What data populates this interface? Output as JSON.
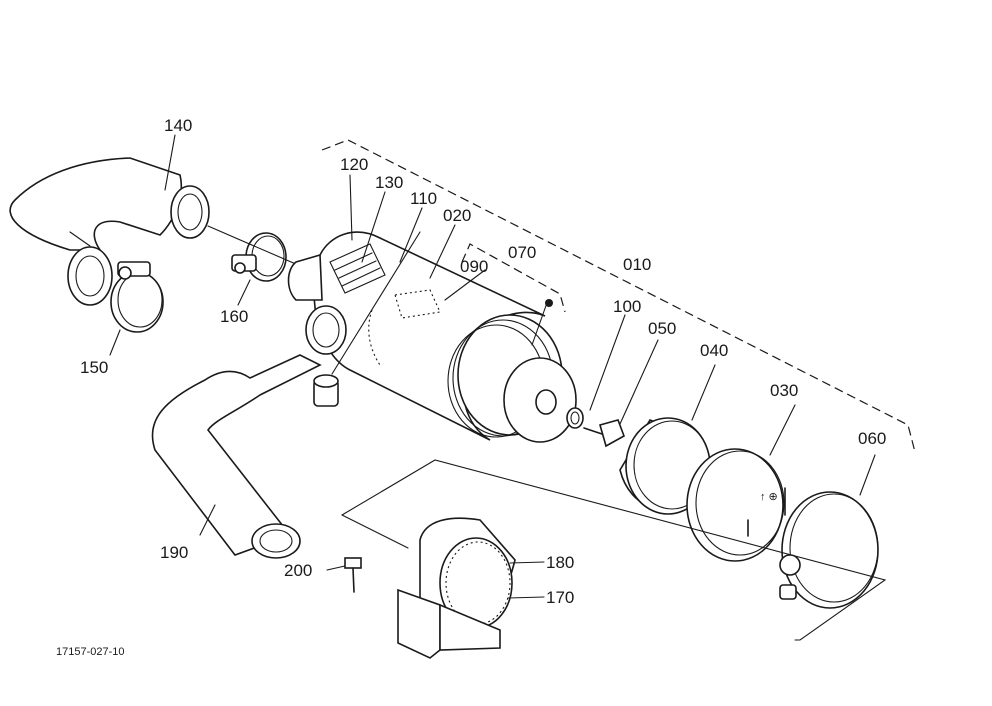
{
  "drawing_ref": "17157-027-10",
  "callouts": [
    {
      "id": "010",
      "text": "010"
    },
    {
      "id": "020",
      "text": "020"
    },
    {
      "id": "030",
      "text": "030"
    },
    {
      "id": "040",
      "text": "040"
    },
    {
      "id": "050",
      "text": "050"
    },
    {
      "id": "060",
      "text": "060"
    },
    {
      "id": "070",
      "text": "070"
    },
    {
      "id": "090",
      "text": "090"
    },
    {
      "id": "100",
      "text": "100"
    },
    {
      "id": "110",
      "text": "110"
    },
    {
      "id": "120",
      "text": "120"
    },
    {
      "id": "130",
      "text": "130"
    },
    {
      "id": "140",
      "text": "140"
    },
    {
      "id": "150",
      "text": "150"
    },
    {
      "id": "160",
      "text": "160"
    },
    {
      "id": "170",
      "text": "170"
    },
    {
      "id": "180",
      "text": "180"
    },
    {
      "id": "190",
      "text": "190"
    },
    {
      "id": "200",
      "text": "200"
    }
  ]
}
